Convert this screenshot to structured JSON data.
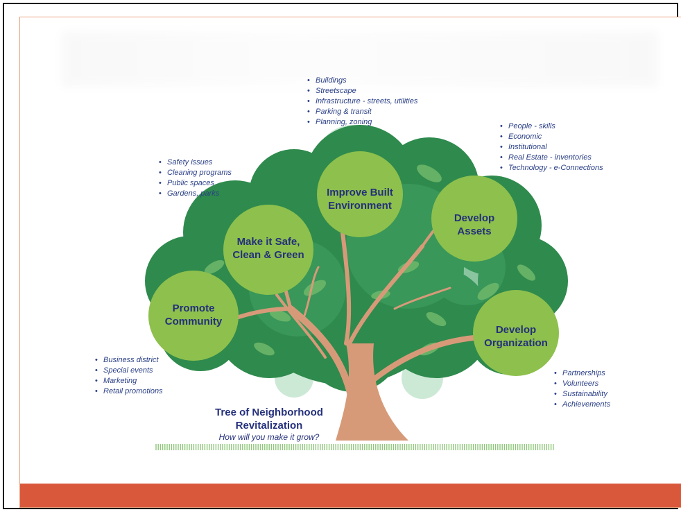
{
  "diagram": {
    "title": "Tree of Neighborhood Revitalization",
    "subtitle": "How will you make it grow?",
    "colors": {
      "canopy_dark": "#2f8a4d",
      "canopy_mid": "#3a9a5a",
      "circle_light": "#8dc04d",
      "trunk": "#d79a79",
      "text_blue": "#25307a",
      "band_red": "#d9583c"
    },
    "branches": [
      {
        "id": "promote",
        "label_lines": [
          "Promote",
          "Community"
        ],
        "bullets": [
          "Business district",
          "Special events",
          "Marketing",
          "Retail promotions"
        ]
      },
      {
        "id": "safe",
        "label_lines": [
          "Make it Safe,",
          "Clean & Green"
        ],
        "bullets": [
          "Safety issues",
          "Cleaning programs",
          "Public spaces",
          "Gardens, parks"
        ]
      },
      {
        "id": "built",
        "label_lines": [
          "Improve Built",
          "Environment"
        ],
        "bullets": [
          "Buildings",
          "Streetscape",
          "Infrastructure - streets, utilities",
          "Parking & transit",
          "Planning, zoning"
        ]
      },
      {
        "id": "assets",
        "label_lines": [
          "Develop",
          "Assets"
        ],
        "bullets": [
          "People - skills",
          "Economic",
          "Institutional",
          "Real Estate - inventories",
          "Technology - e-Connections"
        ]
      },
      {
        "id": "org",
        "label_lines": [
          "Develop",
          "Organization"
        ],
        "bullets": [
          "Partnerships",
          "Volunteers",
          "Sustainability",
          "Achievements"
        ]
      }
    ]
  }
}
